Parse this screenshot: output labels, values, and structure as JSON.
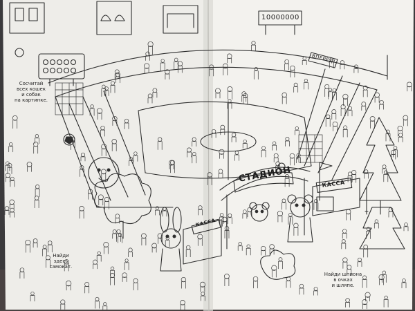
{
  "captions": {
    "count_task": "Сосчитай\nвсех кошек\nи собак\nна картинке.",
    "scooter_task": "Найди\nздесь\nсамокат.",
    "spy_task": "Найди шпиона\nв очках\nи шляпе."
  },
  "signs": {
    "stadium": "СТАДИОН",
    "box_office_left": "КАССА",
    "box_office_right": "КАССА",
    "banner_forward": "ВПЕРЁД!",
    "scoreboard": "10000000"
  },
  "colors": {
    "background": "#3b3a3c",
    "paper": "#f1f0ec",
    "ink": "#2e2e2e"
  }
}
